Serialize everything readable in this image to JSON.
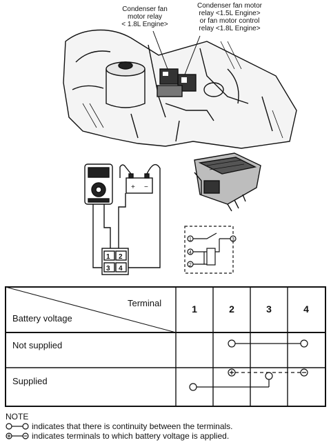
{
  "callouts": {
    "relay_18": [
      "Condenser fan",
      "motor relay",
      "< 1.8L Engine>"
    ],
    "relay_15": [
      "Condenser fan motor",
      "relay <1.5L Engine>",
      "or fan motor control",
      "relay <1.8L Engine>"
    ]
  },
  "connector_terminals": [
    "1",
    "2",
    "3",
    "4"
  ],
  "table": {
    "header_top": "Terminal",
    "header_bottom": "Battery voltage",
    "terminals": [
      "1",
      "2",
      "3",
      "4"
    ],
    "rows": [
      {
        "label": "Not supplied",
        "continuity": [
          [
            "2",
            "4"
          ]
        ],
        "battery": []
      },
      {
        "label": "Supplied",
        "continuity": [
          [
            "1",
            "3"
          ]
        ],
        "battery": [
          [
            "2",
            "4"
          ]
        ]
      }
    ]
  },
  "note": {
    "title": "NOTE",
    "continuity_text": "indicates that there is continuity between the terminals.",
    "battery_text": "indicates terminals to which battery voltage is applied."
  }
}
